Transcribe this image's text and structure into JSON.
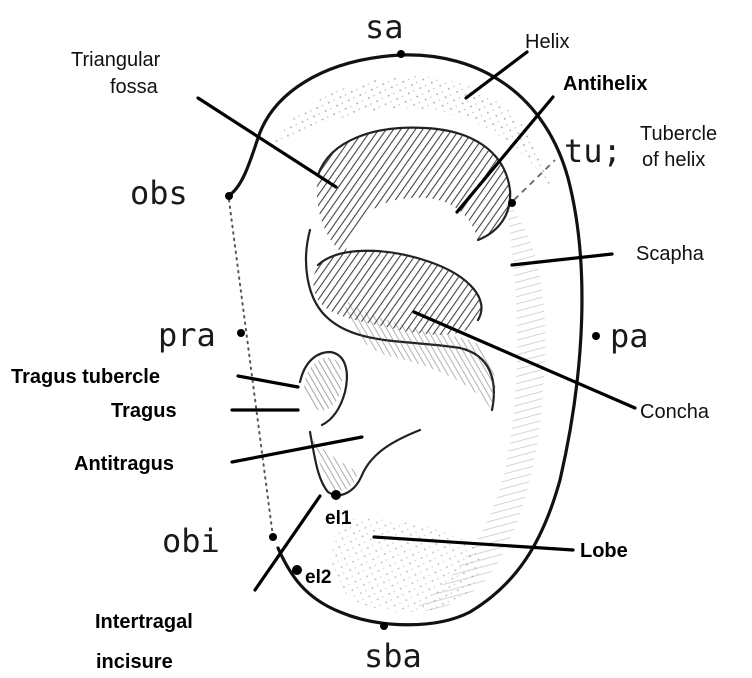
{
  "anatomy_labels": {
    "helix": "Helix",
    "antihelix": "Antihelix",
    "triangular_fossa_line1": "Triangular",
    "triangular_fossa_line2": "fossa",
    "tubercle_line1": "Tubercle",
    "tubercle_line2": "of helix",
    "scapha": "Scapha",
    "concha": "Concha",
    "tragus_tubercle": "Tragus tubercle",
    "tragus": "Tragus",
    "antitragus": "Antitragus",
    "lobe": "Lobe",
    "intertragal_line1": "Intertragal",
    "intertragal_line2": "incisure"
  },
  "landmark_codes": {
    "sa": "sa",
    "obs": "obs",
    "tu": "tu;",
    "pra": "pra",
    "pa": "pa",
    "obi": "obi",
    "sba": "sba",
    "el1": "el1",
    "el2": "el2"
  }
}
